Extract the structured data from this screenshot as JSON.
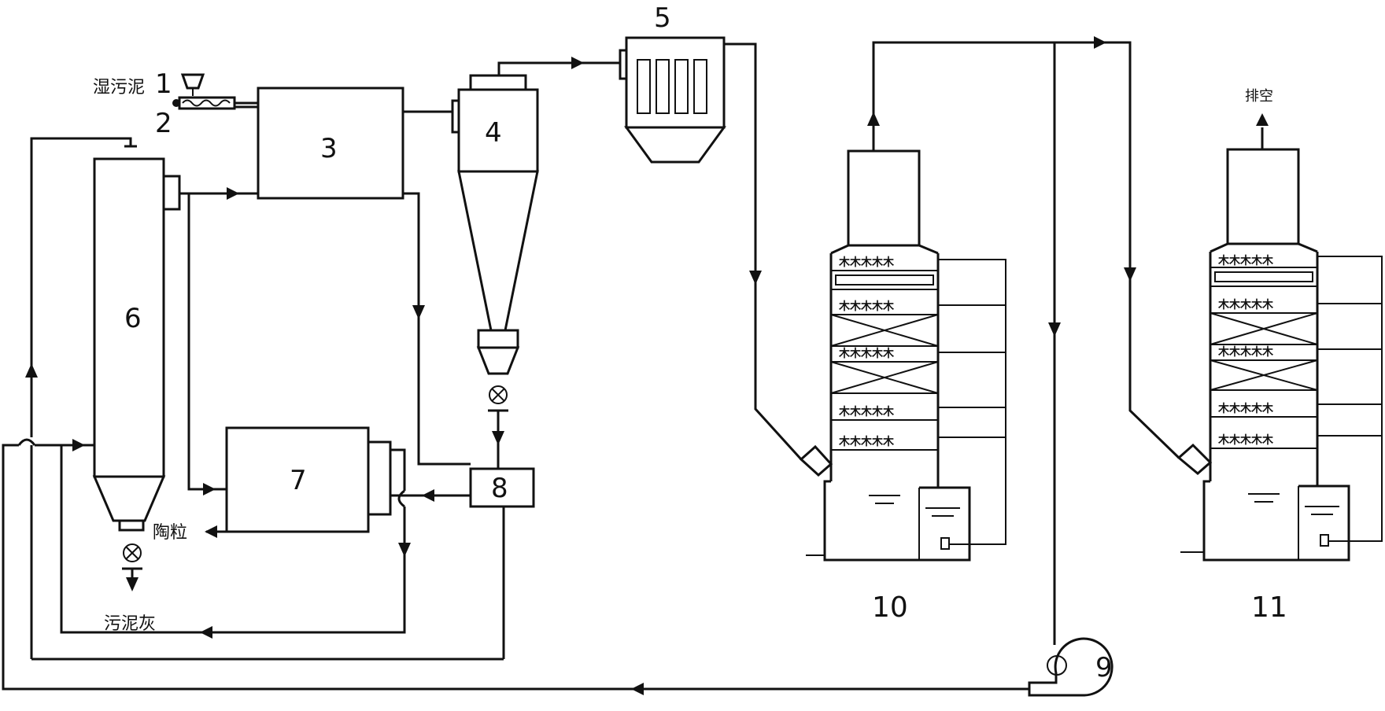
{
  "labels": {
    "wet_sludge": "湿污泥",
    "ceramsite": "陶粒",
    "sludge_ash": "污泥灰",
    "vent": "排空"
  },
  "equipment": [
    {
      "id": "1",
      "label": "1"
    },
    {
      "id": "2",
      "label": "2"
    },
    {
      "id": "3",
      "label": "3"
    },
    {
      "id": "4",
      "label": "4"
    },
    {
      "id": "5",
      "label": "5"
    },
    {
      "id": "6",
      "label": "6"
    },
    {
      "id": "7",
      "label": "7"
    },
    {
      "id": "8",
      "label": "8"
    },
    {
      "id": "9",
      "label": "9"
    },
    {
      "id": "10",
      "label": "10"
    },
    {
      "id": "11",
      "label": "11"
    }
  ],
  "nozzle_text": "木木木木木"
}
